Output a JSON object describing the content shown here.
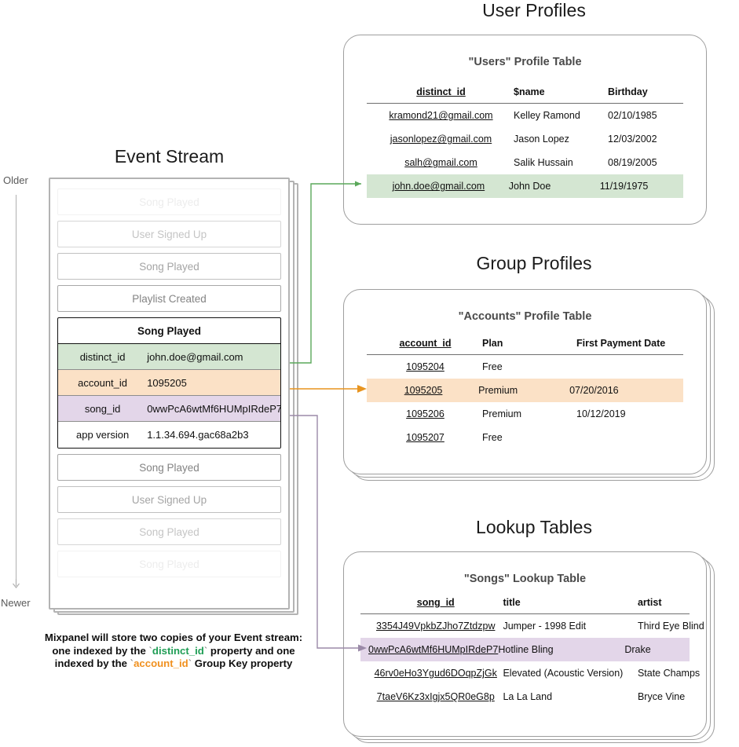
{
  "colors": {
    "green": "#d4e6d2",
    "orange": "#fbe1c6",
    "purple": "#e3d6e9",
    "green_arrow": "#5aa85a",
    "orange_arrow": "#e8941f",
    "purple_arrow": "#9b8aa8",
    "border": "#9e9e9e"
  },
  "event_stream": {
    "title": "Event Stream",
    "axis": {
      "older": "Older",
      "newer": "Newer"
    },
    "rows_above": [
      {
        "label": "Song Played",
        "fade": "fade-05"
      },
      {
        "label": "User Signed Up",
        "fade": "fade-15"
      },
      {
        "label": "Song Played",
        "fade": "fade-30"
      },
      {
        "label": "Playlist Created",
        "fade": "fade-60"
      }
    ],
    "selected_event": {
      "name": "Song Played",
      "properties": [
        {
          "key": "distinct_id",
          "value": "john.doe@gmail.com",
          "bg": "bg-green"
        },
        {
          "key": "account_id",
          "value": "1095205",
          "bg": "bg-orange"
        },
        {
          "key": "song_id",
          "value": "0wwPcA6wtMf6HUMpIRdeP7",
          "bg": "bg-purple"
        },
        {
          "key": "app version",
          "value": "1.1.34.694.gac68a2b3",
          "bg": "bg-white"
        }
      ]
    },
    "rows_below": [
      {
        "label": "Song Played",
        "fade": "fade-60"
      },
      {
        "label": "User Signed Up",
        "fade": "fade-30"
      },
      {
        "label": "Song Played",
        "fade": "fade-15"
      },
      {
        "label": "Song Played",
        "fade": "fade-05"
      }
    ],
    "caption": {
      "line1": "Mixpanel will store two copies of your Event stream:",
      "line2_pre": "one indexed by the ",
      "line2_token": "distinct_id",
      "line2_post": " property and one",
      "line3_pre": "indexed by the ",
      "line3_token": "account_id",
      "line3_post": " Group Key property"
    }
  },
  "user_profiles": {
    "section_title": "User Profiles",
    "table_title": "\"Users\" Profile Table",
    "columns": [
      "distinct_id",
      "$name",
      "Birthday"
    ],
    "rows": [
      {
        "cells": [
          "kramond21@gmail.com",
          "Kelley Ramond",
          "02/10/1985"
        ],
        "highlight": ""
      },
      {
        "cells": [
          "jasonlopez@gmail.com",
          "Jason Lopez",
          "12/03/2002"
        ],
        "highlight": ""
      },
      {
        "cells": [
          "salh@gmail.com",
          "Salik Hussain",
          "08/19/2005"
        ],
        "highlight": ""
      },
      {
        "cells": [
          "john.doe@gmail.com",
          "John Doe",
          "11/19/1975"
        ],
        "highlight": "row-hl-green"
      }
    ]
  },
  "group_profiles": {
    "section_title": "Group Profiles",
    "table_title": "\"Accounts\" Profile Table",
    "columns": [
      "account_id",
      "Plan",
      "First Payment Date"
    ],
    "rows": [
      {
        "cells": [
          "1095204",
          "Free",
          ""
        ],
        "highlight": ""
      },
      {
        "cells": [
          "1095205",
          "Premium",
          "07/20/2016"
        ],
        "highlight": "row-hl-orange"
      },
      {
        "cells": [
          "1095206",
          "Premium",
          "10/12/2019"
        ],
        "highlight": ""
      },
      {
        "cells": [
          "1095207",
          "Free",
          ""
        ],
        "highlight": ""
      }
    ]
  },
  "lookup_tables": {
    "section_title": "Lookup Tables",
    "table_title": "\"Songs\" Lookup Table",
    "columns": [
      "song_id",
      "title",
      "artist"
    ],
    "rows": [
      {
        "cells": [
          "3354J49VpkbZJho7Ztdzpw",
          "Jumper - 1998 Edit",
          "Third Eye Blind"
        ],
        "highlight": ""
      },
      {
        "cells": [
          "0wwPcA6wtMf6HUMpIRdeP7",
          "Hotline Bling",
          "Drake"
        ],
        "highlight": "row-hl-purple"
      },
      {
        "cells": [
          "46rv0eHo3Ygud6DOqpZjGk",
          "Elevated (Acoustic Version)",
          "State Champs"
        ],
        "highlight": ""
      },
      {
        "cells": [
          "7taeV6Kz3xIgjx5QR0eG8p",
          "La La Land",
          "Bryce Vine"
        ],
        "highlight": ""
      }
    ]
  }
}
